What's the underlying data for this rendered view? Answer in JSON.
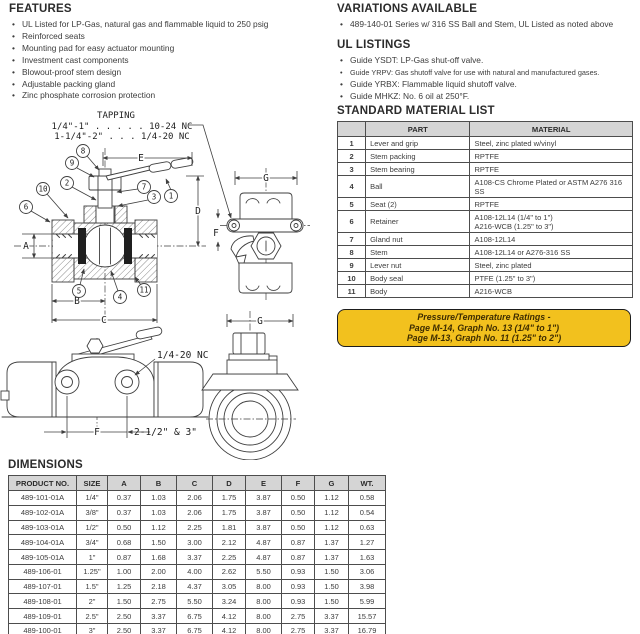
{
  "features": {
    "title": "FEATURES",
    "items": [
      "UL Listed for LP-Gas, natural gas and flammable liquid to 250 psig",
      "Reinforced seats",
      "Mounting pad for easy actuator mounting",
      "Investment cast components",
      "Blowout-proof stem design",
      "Adjustable packing gland",
      "Zinc phosphate corrosion protection"
    ]
  },
  "variations": {
    "title": "VARIATIONS AVAILABLE",
    "items": [
      "489-140-01 Series w/ 316 SS Ball and Stem, UL Listed as noted above"
    ]
  },
  "ul_listings": {
    "title": "UL LISTINGS",
    "items": [
      "Guide YSDT: LP-Gas shut-off valve.",
      "Guide YRPV: Gas shutoff valve for use with natural and manufactured gases.",
      "Guide YRBX: Flammable liquid shutoff valve.",
      "Guide MHKZ: No. 6 oil at 250°F."
    ]
  },
  "material_list": {
    "title": "STANDARD MATERIAL LIST",
    "headers": [
      "",
      "PART",
      "MATERIAL"
    ],
    "rows": [
      [
        "1",
        "Lever and grip",
        "Steel, zinc plated w/vinyl"
      ],
      [
        "2",
        "Stem packing",
        "RPTFE"
      ],
      [
        "3",
        "Stem bearing",
        "RPTFE"
      ],
      [
        "4",
        "Ball",
        "A108-CS Chrome Plated or ASTM A276 316 SS"
      ],
      [
        "5",
        "Seat (2)",
        "RPTFE"
      ],
      [
        "6",
        "Retainer",
        "A108-12L14 (1/4\" to 1\")\nA216-WCB (1.25\" to 3\")"
      ],
      [
        "7",
        "Gland nut",
        "A108-12L14"
      ],
      [
        "8",
        "Stem",
        "A108-12L14 or A276-316 SS"
      ],
      [
        "9",
        "Lever nut",
        "Steel, zinc plated"
      ],
      [
        "10",
        "Body seal",
        "PTFE (1.25\" to 3\")"
      ],
      [
        "11",
        "Body",
        "A216-WCB"
      ]
    ]
  },
  "ratings_box": {
    "line1": "Pressure/Temperature Ratings -",
    "line2": "Page M-14, Graph No. 13 (1/4\" to 1\")",
    "line3": "Page M-13, Graph No. 11 (1.25\" to 2\")",
    "bg_color": "#F2C11E"
  },
  "drawing": {
    "tapping_title": "TAPPING",
    "tapping_line1": "1/4\"-1\" . . . . . 10-24 NC",
    "tapping_line2": "1-1/4\"-2\" . . . 1/4-20 NC",
    "thread_label": "1/4-20 NC",
    "size_note": "2-1/2\" & 3\"",
    "dims": {
      "A": "A",
      "B": "B",
      "C": "C",
      "D": "D",
      "E": "E",
      "F": "F",
      "G": "G"
    },
    "callouts": {
      "c1": "1",
      "c2": "2",
      "c3": "3",
      "c4": "4",
      "c5": "5",
      "c6": "6",
      "c7": "7",
      "c8": "8",
      "c9": "9",
      "c10": "10",
      "c11": "11"
    }
  },
  "dimensions": {
    "title": "DIMENSIONS",
    "headers": [
      "PRODUCT NO.",
      "SIZE",
      "A",
      "B",
      "C",
      "D",
      "E",
      "F",
      "G",
      "WT."
    ],
    "rows": [
      [
        "489-101-01A",
        "1/4\"",
        "0.37",
        "1.03",
        "2.06",
        "1.75",
        "3.87",
        "0.50",
        "1.12",
        "0.58"
      ],
      [
        "489-102-01A",
        "3/8\"",
        "0.37",
        "1.03",
        "2.06",
        "1.75",
        "3.87",
        "0.50",
        "1.12",
        "0.54"
      ],
      [
        "489-103-01A",
        "1/2\"",
        "0.50",
        "1.12",
        "2.25",
        "1.81",
        "3.87",
        "0.50",
        "1.12",
        "0.63"
      ],
      [
        "489-104-01A",
        "3/4\"",
        "0.68",
        "1.50",
        "3.00",
        "2.12",
        "4.87",
        "0.87",
        "1.37",
        "1.27"
      ],
      [
        "489-105-01A",
        "1\"",
        "0.87",
        "1.68",
        "3.37",
        "2.25",
        "4.87",
        "0.87",
        "1.37",
        "1.63"
      ],
      [
        "489-106-01",
        "1.25\"",
        "1.00",
        "2.00",
        "4.00",
        "2.62",
        "5.50",
        "0.93",
        "1.50",
        "3.06"
      ],
      [
        "489-107-01",
        "1.5\"",
        "1.25",
        "2.18",
        "4.37",
        "3.05",
        "8.00",
        "0.93",
        "1.50",
        "3.98"
      ],
      [
        "489-108-01",
        "2\"",
        "1.50",
        "2.75",
        "5.50",
        "3.24",
        "8.00",
        "0.93",
        "1.50",
        "5.99"
      ],
      [
        "489-109-01",
        "2.5\"",
        "2.50",
        "3.37",
        "6.75",
        "4.12",
        "8.00",
        "2.75",
        "3.37",
        "15.57"
      ],
      [
        "489-100-01",
        "3\"",
        "2.50",
        "3.37",
        "6.75",
        "4.12",
        "8.00",
        "2.75",
        "3.37",
        "16.79"
      ]
    ]
  }
}
